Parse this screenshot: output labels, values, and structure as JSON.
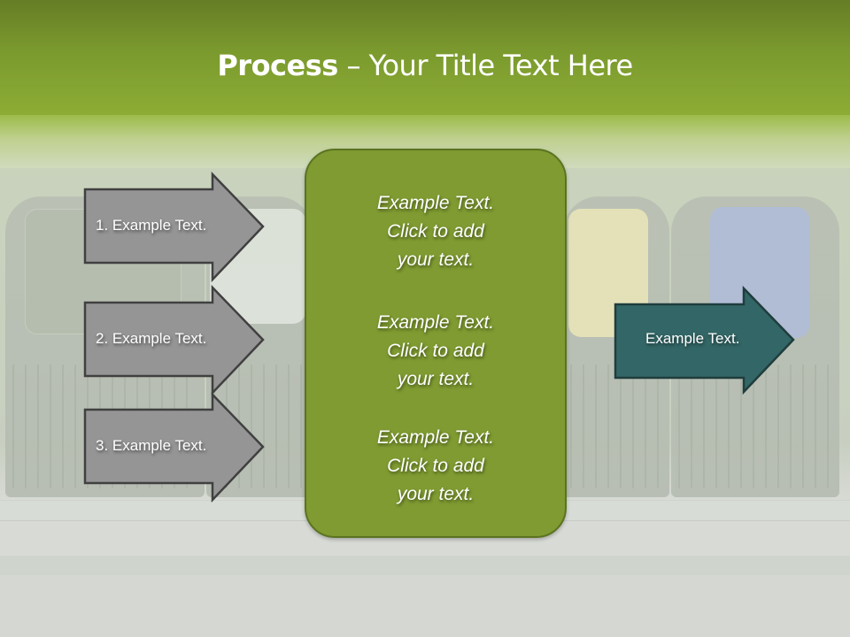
{
  "slide": {
    "title_bold": "Process",
    "title_rest": " – Your Title Text Here",
    "colors": {
      "header_top": "#657d25",
      "header_bottom": "#8cac35",
      "center_box_fill": "#7f9b31",
      "center_box_border": "#5b7320",
      "gray_arrow_fill": "#959595",
      "gray_arrow_border": "#404040",
      "teal_arrow_fill": "#336666",
      "teal_arrow_border": "#1f3d3d"
    }
  },
  "input_arrows": [
    {
      "label": "1. Example Text."
    },
    {
      "label": "2. Example Text."
    },
    {
      "label": "3. Example Text."
    }
  ],
  "center_box": {
    "blocks": [
      {
        "line1": "Example Text.",
        "line2": "Click  to add",
        "line3": "your text."
      },
      {
        "line1": "Example Text.",
        "line2": "Click  to add",
        "line3": "your text."
      },
      {
        "line1": "Example Text.",
        "line2": "Click  to add",
        "line3": "your text."
      }
    ]
  },
  "output_arrow": {
    "label": "Example Text."
  },
  "background": {
    "image_description": "faded photo of recycling bins on a sidewalk"
  }
}
